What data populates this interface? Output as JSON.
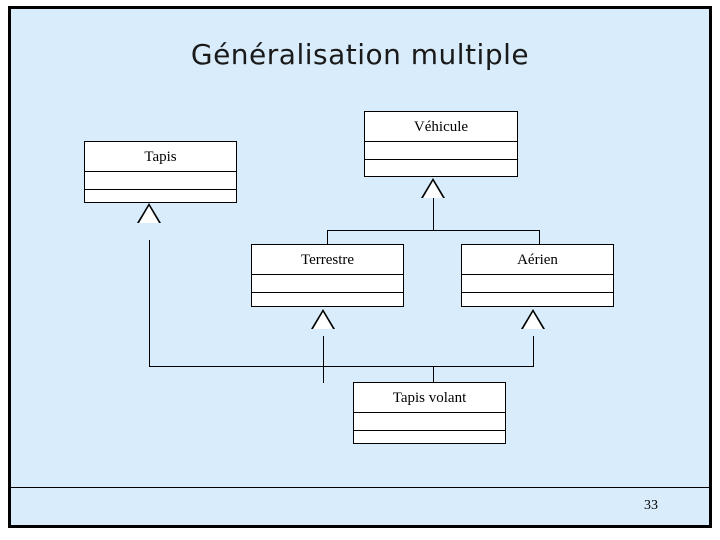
{
  "slide": {
    "title": "Généralisation multiple",
    "page_number": "33",
    "background_color": "#d9ecfb",
    "border_color": "#000000"
  },
  "diagram": {
    "type": "uml-class-diagram",
    "classes": [
      {
        "id": "vehicule",
        "name": "Véhicule"
      },
      {
        "id": "tapis",
        "name": "Tapis"
      },
      {
        "id": "terrestre",
        "name": "Terrestre"
      },
      {
        "id": "aerien",
        "name": "Aérien"
      },
      {
        "id": "tapis-volant",
        "name": "Tapis volant"
      }
    ],
    "generalizations": [
      {
        "from": "terrestre",
        "to": "vehicule"
      },
      {
        "from": "aerien",
        "to": "vehicule"
      },
      {
        "from": "tapis-volant",
        "to": "terrestre"
      },
      {
        "from": "tapis-volant",
        "to": "aerien"
      },
      {
        "from": "tapis-volant",
        "to": "tapis"
      }
    ]
  }
}
